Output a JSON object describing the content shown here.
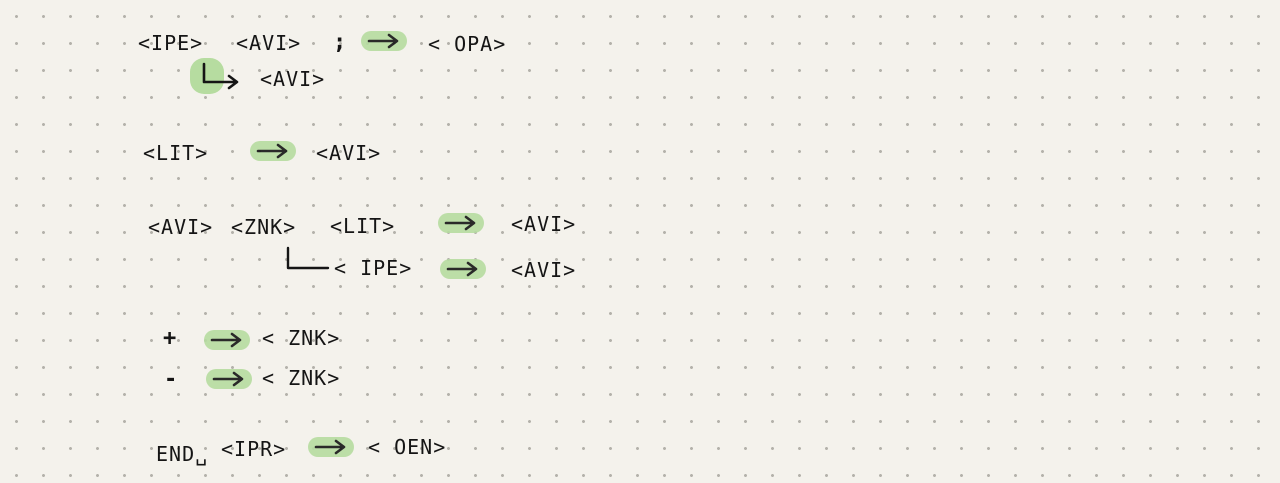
{
  "rules": [
    {
      "id": "ipe-avi-opa",
      "inputs": [
        "<IPE>",
        "<AVI>",
        ";"
      ],
      "output": "< OPA>",
      "alternate_output": "<AVI>"
    },
    {
      "id": "lit-avi",
      "inputs": [
        "<LIT>"
      ],
      "output": "<AVI>"
    },
    {
      "id": "avi-znk-lit",
      "inputs": [
        "<AVI>",
        "<ZNK>",
        "<LIT>"
      ],
      "output": "<AVI>",
      "alternate_input": "< IPE>",
      "alternate_output": "<AVI>"
    },
    {
      "id": "plus-znk",
      "inputs": [
        "+"
      ],
      "output": "< ZNK>"
    },
    {
      "id": "minus-znk",
      "inputs": [
        "-"
      ],
      "output": "< ZNK>"
    },
    {
      "id": "end-ipr-oen",
      "inputs": [
        "END␣",
        "<IPR>"
      ],
      "output": "< OEN>"
    }
  ],
  "colors": {
    "ink": "#151515",
    "highlight": "#b6dca0",
    "paper": "#f4f2ec",
    "dots": "#b4b2ab"
  },
  "icons": {
    "arrow": "right-arrow-icon",
    "branch": "branch-arrow-icon"
  }
}
